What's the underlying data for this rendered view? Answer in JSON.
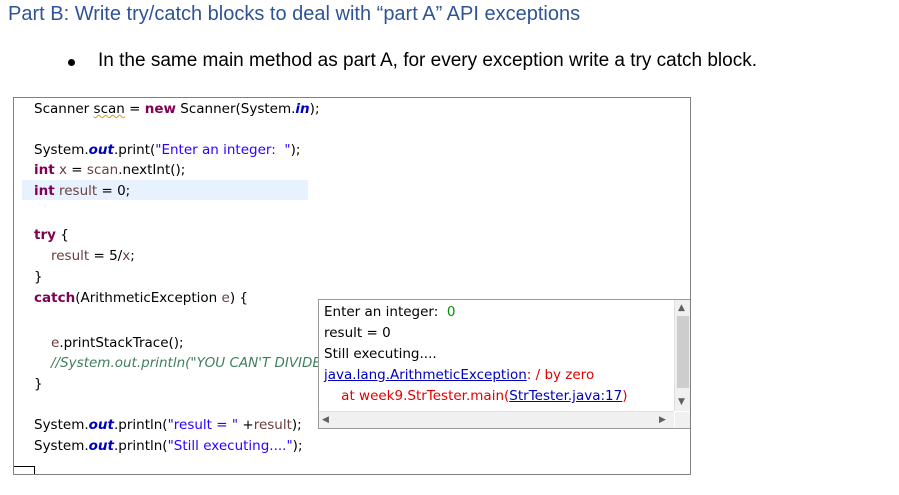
{
  "heading": "Part B:  Write try/catch blocks to deal with “part A” API exceptions",
  "bullet": "In the same main method as part A, for every exception write a try catch block.",
  "code": {
    "l1": [
      "Scanner ",
      "scan",
      " = ",
      "new",
      " Scanner(System.",
      "in",
      ");"
    ],
    "l2": [
      "System.",
      "out",
      ".print(",
      "\"Enter an integer:  \"",
      ");"
    ],
    "l3": [
      "int",
      " ",
      "x",
      " = ",
      "scan",
      ".nextInt();"
    ],
    "l4": [
      "int",
      " ",
      "result",
      " = 0;"
    ],
    "l5": [
      "try",
      " {"
    ],
    "l6": [
      "result",
      " = 5/",
      "x",
      ";"
    ],
    "l7": "}",
    "l8": [
      "catch",
      "(ArithmeticException ",
      "e",
      ") {"
    ],
    "l9": [
      "e",
      ".printStackTrace();"
    ],
    "l10": "//System.out.println(\"YOU CAN'T DIVIDE BY ZERO\");",
    "l11": "}",
    "l12": [
      "System.",
      "out",
      ".println(",
      "\"result = \"",
      " +",
      "result",
      ");"
    ],
    "l13": [
      "System.",
      "out",
      ".println(",
      "\"Still executing....\"",
      ");"
    ]
  },
  "console": {
    "line1_prompt": "Enter an integer:  ",
    "line1_input": "0",
    "line2": "result = 0",
    "line3": "Still executing....",
    "line4_link": "java.lang.ArithmeticException",
    "line4_rest": ": / by zero",
    "line5_pre": "    at week9.StrTester.main(",
    "line5_link": "StrTester.java:17",
    "line5_post": ")"
  },
  "icons": {
    "scroll_up": "▲",
    "scroll_down": "▼",
    "scroll_left": "◀",
    "scroll_right": "▶"
  }
}
